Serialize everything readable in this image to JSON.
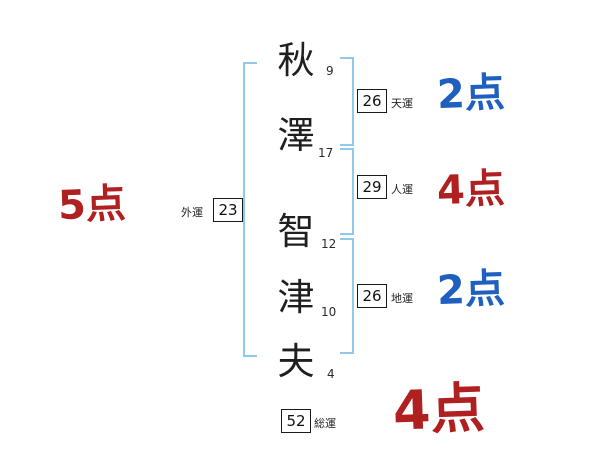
{
  "name_chars": [
    {
      "char": "秋",
      "strokes": "9"
    },
    {
      "char": "澤",
      "strokes": "17"
    },
    {
      "char": "智",
      "strokes": "12"
    },
    {
      "char": "津",
      "strokes": "10"
    },
    {
      "char": "夫",
      "strokes": "4"
    }
  ],
  "fortunes": {
    "ten_un": {
      "label": "天運",
      "value": "26",
      "score": "2点"
    },
    "jin_un": {
      "label": "人運",
      "value": "29",
      "score": "4点"
    },
    "chi_un": {
      "label": "地運",
      "value": "26",
      "score": "2点"
    },
    "gai_un": {
      "label": "外運",
      "value": "23",
      "score": "5点"
    },
    "sou_un": {
      "label": "総運",
      "value": "52",
      "score": "4点"
    }
  },
  "colors": {
    "score_blue": "#1f5fc0",
    "score_red": "#b02020",
    "bracket_blue": "#8fc9ec",
    "ink": "#1a1a1a"
  }
}
